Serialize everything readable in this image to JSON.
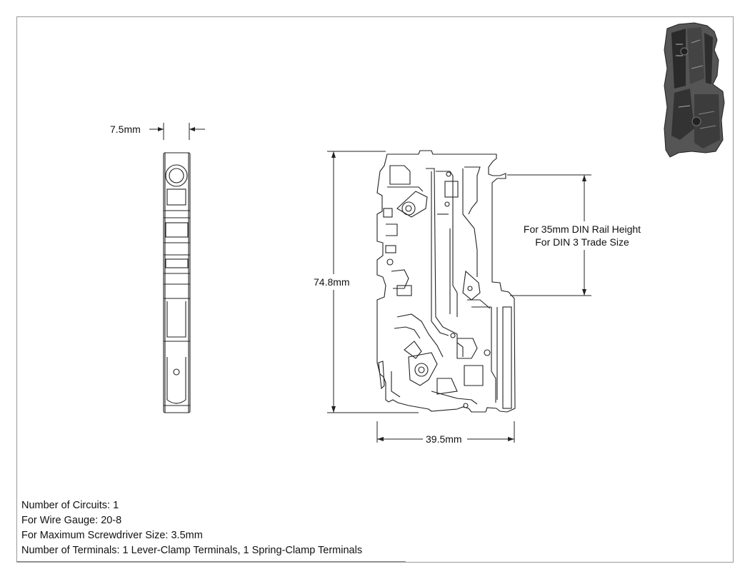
{
  "dimensions": {
    "width_thin": "7.5mm",
    "height": "74.8mm",
    "width": "39.5mm"
  },
  "rail_note": {
    "line1": "For 35mm DIN Rail Height",
    "line2": "For DIN 3 Trade Size"
  },
  "specs": [
    "Number of Circuits: 1",
    "For Wire Gauge: 20-8",
    "For Maximum Screwdriver Size: 3.5mm",
    "Number of Terminals: 1 Lever-Clamp Terminals, 1 Spring-Clamp Terminals"
  ],
  "colors": {
    "line": "#222222",
    "border": "#9a9a9a",
    "thumbnail": "#3a3a3a"
  }
}
